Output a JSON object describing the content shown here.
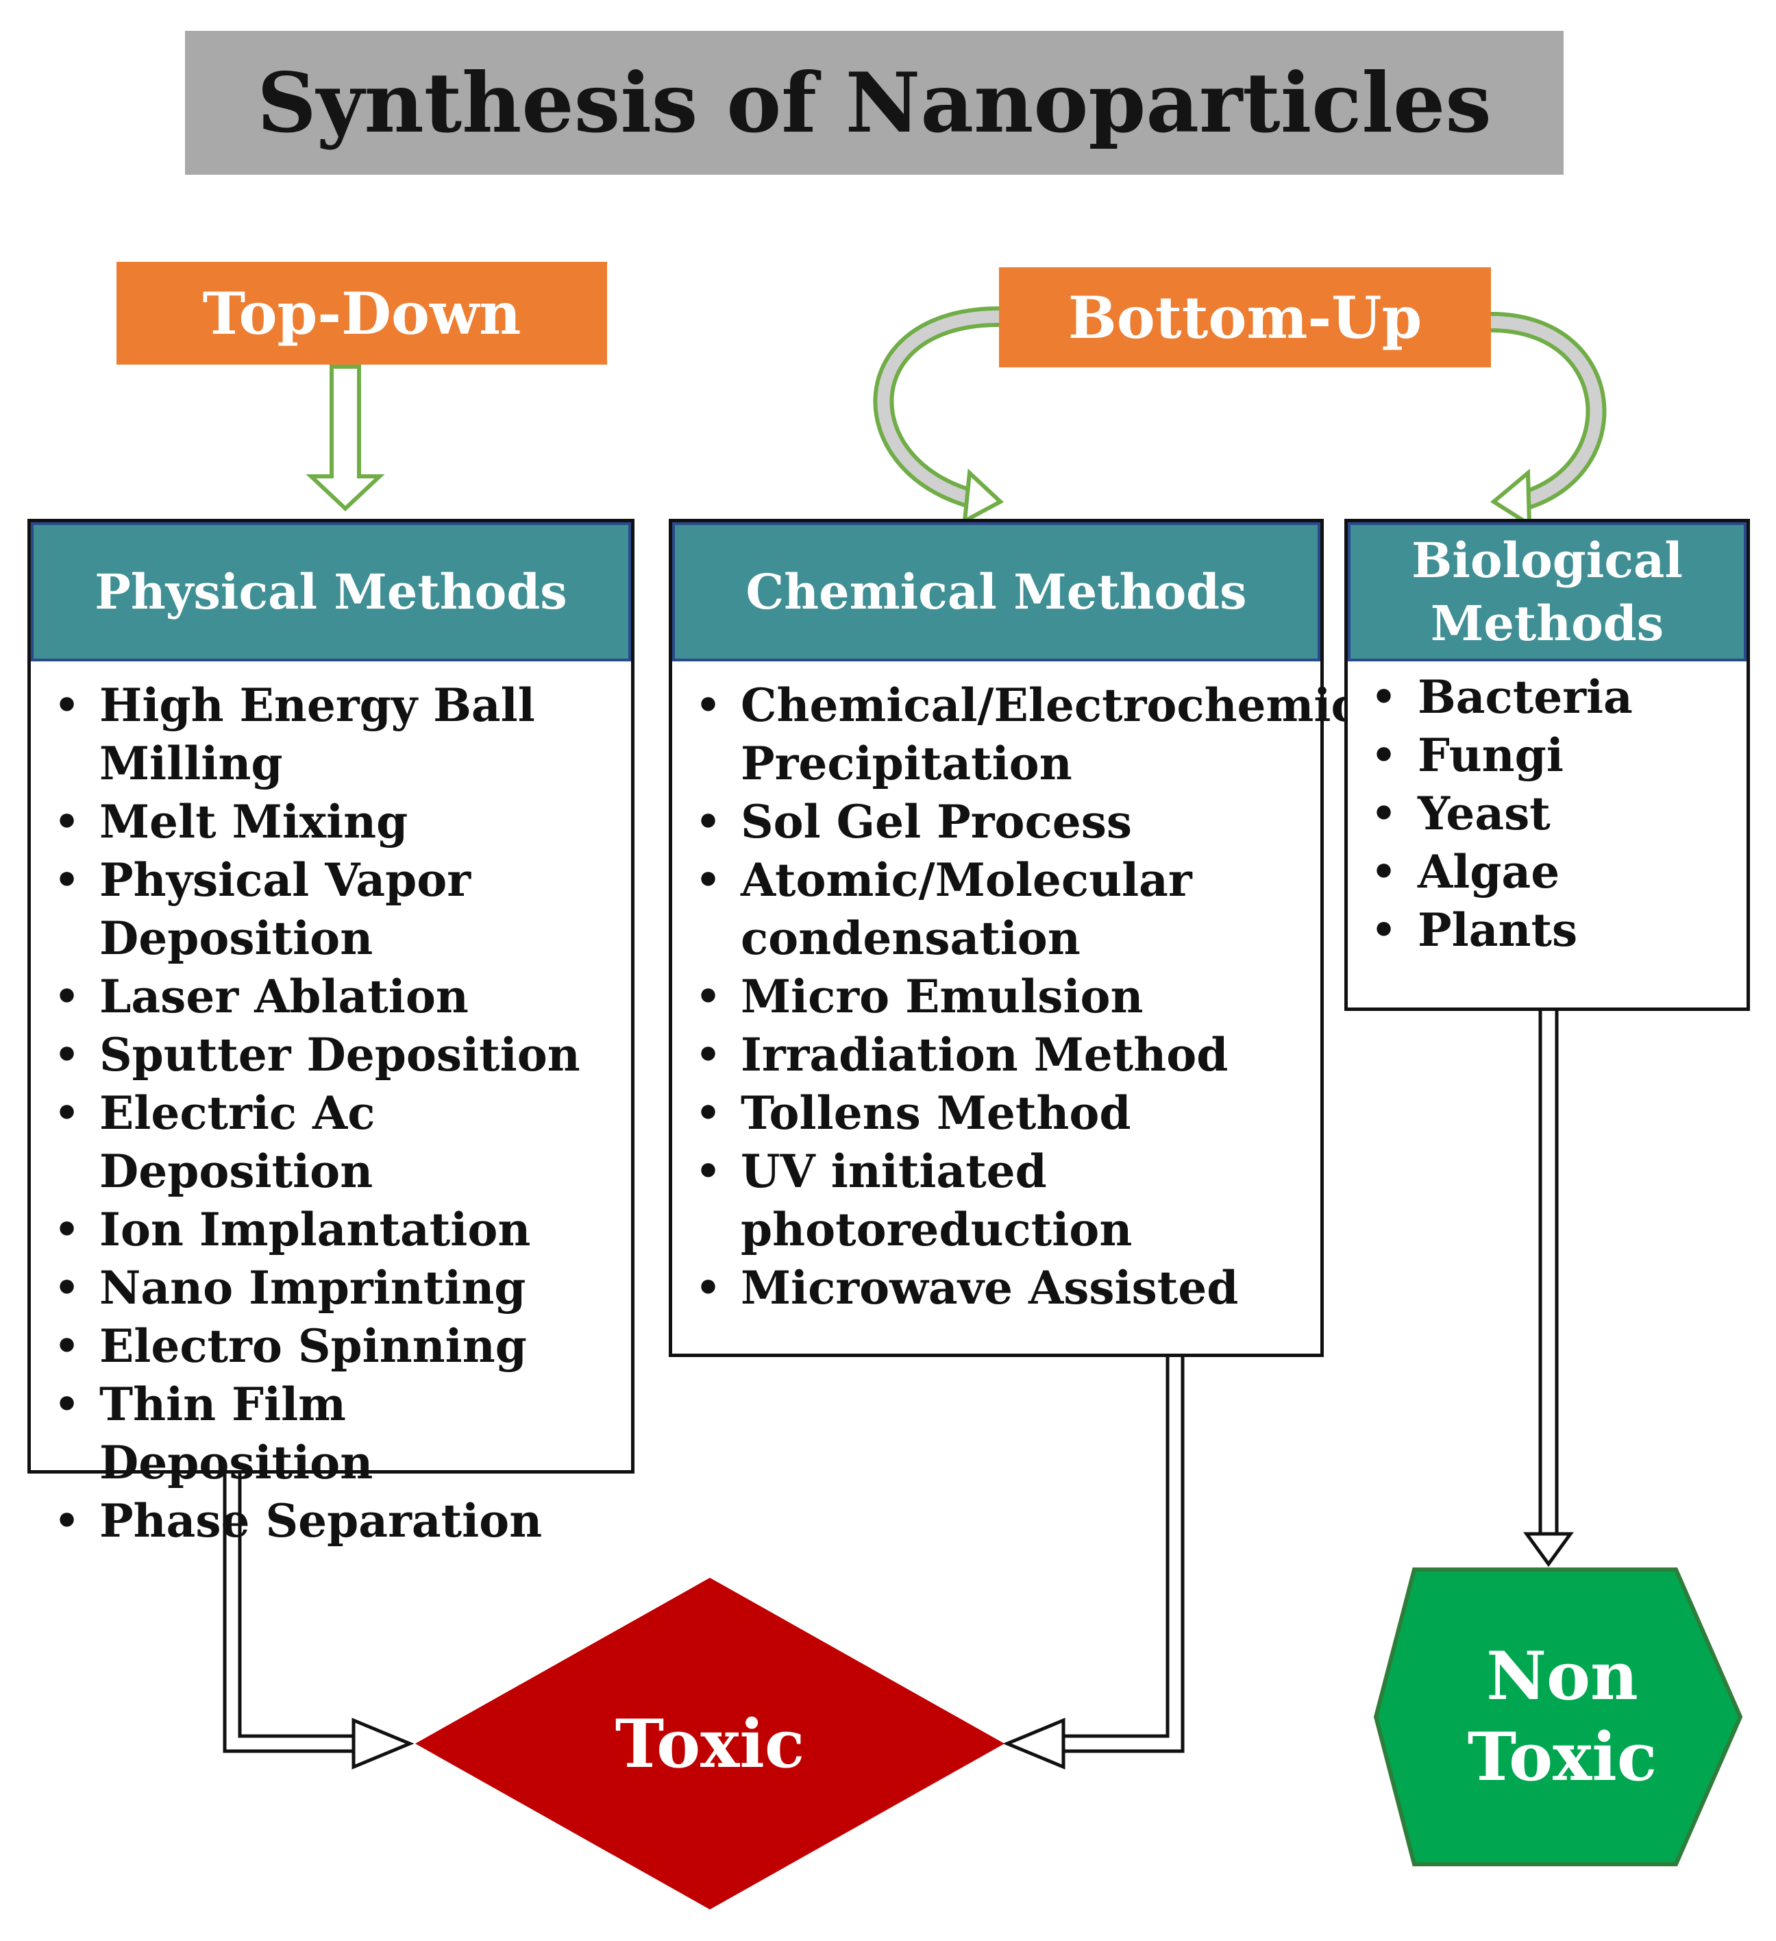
{
  "title": "Synthesis of Nanoparticles",
  "approaches": {
    "top_down": "Top-Down",
    "bottom_up": "Bottom-Up"
  },
  "columns": {
    "physical": {
      "heading": "Physical Methods",
      "items": [
        "High Energy Ball Milling",
        "Melt Mixing",
        "Physical Vapor Deposition",
        "Laser Ablation",
        "Sputter Deposition",
        "Electric Ac Deposition",
        "Ion Implantation",
        "Nano Imprinting",
        "Electro Spinning",
        "Thin Film Deposition",
        "Phase Separation"
      ]
    },
    "chemical": {
      "heading": "Chemical Methods",
      "items": [
        "Chemical/Electrochemical Precipitation",
        "Sol Gel Process",
        "Atomic/Molecular condensation",
        "Micro Emulsion",
        "Irradiation Method",
        "Tollens Method",
        "UV initiated photoreduction",
        "Microwave Assisted"
      ]
    },
    "biological": {
      "heading": "Biological Methods",
      "items": [
        "Bacteria",
        "Fungi",
        "Yeast",
        "Algae",
        "Plants"
      ]
    }
  },
  "outcomes": {
    "toxic": "Toxic",
    "non_toxic": "Non Toxic"
  },
  "colors": {
    "title_bg": "#a9a9a9",
    "approach_bg": "#ed7d31",
    "column_header_bg": "#3f8f94",
    "toxic": "#c00000",
    "non_toxic": "#00a650",
    "arrow_green": "#70ad47"
  }
}
